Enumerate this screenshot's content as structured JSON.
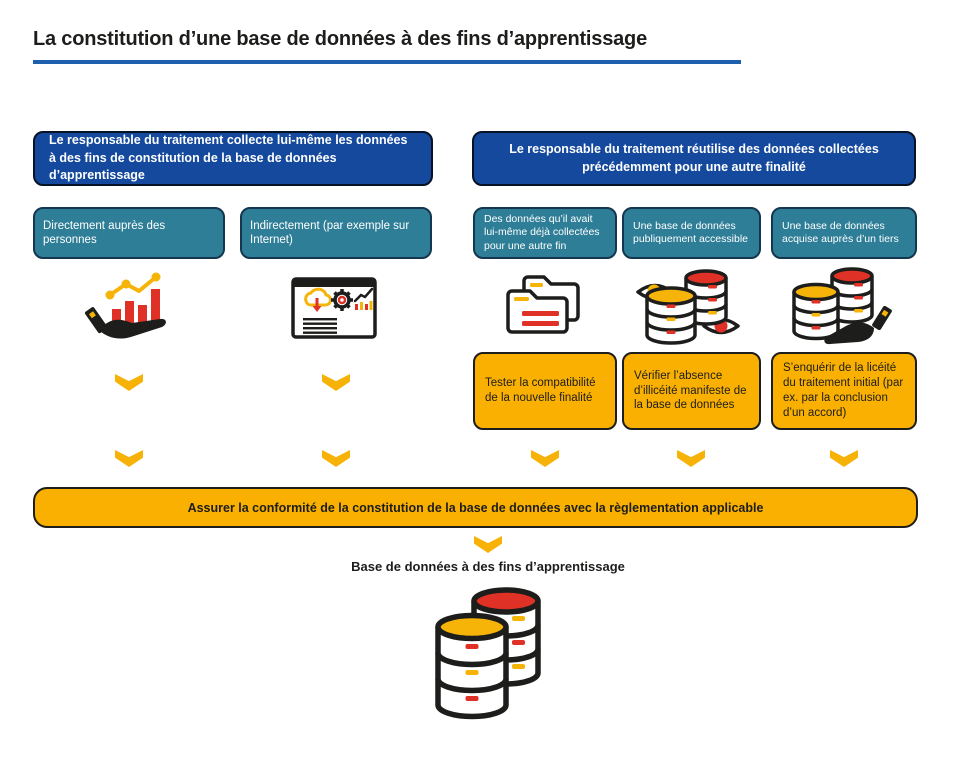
{
  "title": "La constitution d’une base de données à des fins d’apprentissage",
  "colors": {
    "title_underline_blue": "#1e5fae",
    "header_blue": "#14499e",
    "source_teal": "#2e7e97",
    "action_yellow": "#f9b000",
    "arrow_yellow": "#f7b208",
    "icon_red": "#e03127",
    "icon_yellow": "#f7b408",
    "ink_black": "#1d1d1b"
  },
  "flow": {
    "left": {
      "header": "Le responsable du traitement collecte lui-même les données à des fins de constitution de la base de données d’apprentissage",
      "sources": [
        {
          "label": "Directement auprès des personnes",
          "icon": "hand-chart-icon"
        },
        {
          "label": "Indirectement (par exemple sur Internet)",
          "icon": "monitor-data-icon"
        }
      ]
    },
    "right": {
      "header": "Le responsable du traitement réutilise des données collectées précédemment pour une autre finalité",
      "sources": [
        {
          "label": "Des données qu’il avait lui-même déjà collectées pour une autre fin",
          "icon": "folders-icon",
          "action": "Tester la compatibilité de la nouvelle finalité"
        },
        {
          "label": "Une base de données publiquement accessible",
          "icon": "database-eyes-icon",
          "action": "Vérifier l’absence d’illicéité manifeste de la base de données"
        },
        {
          "label": "Une base de données acquise auprès d’un tiers",
          "icon": "database-hand-icon",
          "action": "S’enquérir de la licéité du traitement initial (par ex. par la conclusion d’un accord)"
        }
      ]
    },
    "conformity_banner": "Assurer la conformité de la constitution de la base de données avec la règlementation applicable",
    "result_label": "Base de données à des fins d’apprentissage"
  }
}
